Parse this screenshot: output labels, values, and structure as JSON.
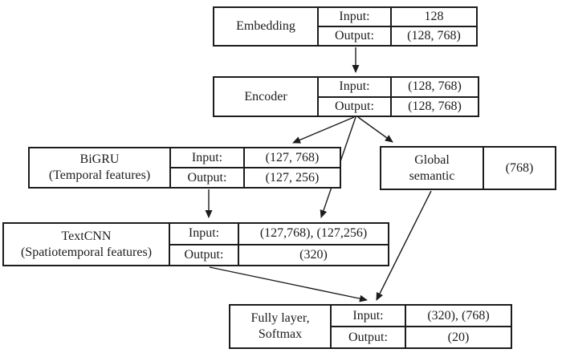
{
  "diagram": {
    "colors": {
      "line": "#1c1c1c",
      "text": "#1c1c1c",
      "background": "#ffffff"
    },
    "nodes": {
      "embedding": {
        "title": "Embedding",
        "input_label": "Input:",
        "input_value": "128",
        "output_label": "Output:",
        "output_value": "(128, 768)"
      },
      "encoder": {
        "title": "Encoder",
        "input_label": "Input:",
        "input_value": "(128, 768)",
        "output_label": "Output:",
        "output_value": "(128, 768)"
      },
      "bigru": {
        "title_line1": "BiGRU",
        "title_line2": "(Temporal features)",
        "input_label": "Input:",
        "input_value": "(127, 768)",
        "output_label": "Output:",
        "output_value": "(127, 256)"
      },
      "global_semantic": {
        "title_line1": "Global",
        "title_line2": "semantic",
        "value": "(768)"
      },
      "textcnn": {
        "title_line1": "TextCNN",
        "title_line2": "(Spatiotemporal features)",
        "input_label": "Input:",
        "input_value": "(127,768), (127,256)",
        "output_label": "Output:",
        "output_value": "(320)"
      },
      "fully": {
        "title_line1": "Fully layer,",
        "title_line2": "Softmax",
        "input_label": "Input:",
        "input_value": "(320), (768)",
        "output_label": "Output:",
        "output_value": "(20)"
      }
    },
    "edges": [
      {
        "from": "embedding",
        "to": "encoder"
      },
      {
        "from": "encoder",
        "to": "bigru"
      },
      {
        "from": "encoder",
        "to": "textcnn"
      },
      {
        "from": "encoder",
        "to": "global_semantic"
      },
      {
        "from": "bigru",
        "to": "textcnn"
      },
      {
        "from": "global_semantic",
        "to": "fully"
      },
      {
        "from": "textcnn",
        "to": "fully"
      }
    ]
  }
}
